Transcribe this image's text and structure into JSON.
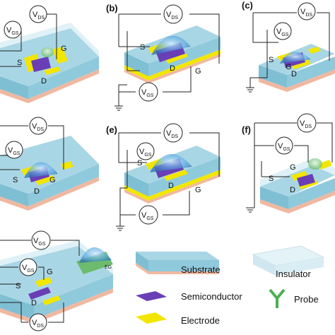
{
  "panels": [
    {
      "id": "a",
      "tag": "",
      "vds": "V",
      "vds_sub": "DS",
      "vgs": "V",
      "vgs_sub": "GS",
      "s": "S",
      "d": "D",
      "g": "G"
    },
    {
      "id": "b",
      "tag": "(b)",
      "vds": "V",
      "vds_sub": "DS",
      "vgs": "V",
      "vgs_sub": "GS",
      "s": "S",
      "d": "D",
      "g": "G"
    },
    {
      "id": "c",
      "tag": "(c)",
      "vds": "V",
      "vds_sub": "DS",
      "vgs": "V",
      "vgs_sub": "GS",
      "s": "S",
      "d": "D",
      "g": "G"
    },
    {
      "id": "d",
      "tag": "",
      "vds": "V",
      "vds_sub": "DS",
      "vgs": "V",
      "vgs_sub": "GS",
      "s": "S",
      "d": "D",
      "g": "G"
    },
    {
      "id": "e",
      "tag": "(e)",
      "vds": "V",
      "vds_sub": "DS",
      "vgs": "V",
      "vgs_sub": "GS",
      "s": "S",
      "d": "D",
      "g": "G"
    },
    {
      "id": "f",
      "tag": "(f)",
      "vds": "V",
      "vds_sub": "DS",
      "vgs": "V",
      "vgs_sub": "GS",
      "s": "S",
      "d": "D",
      "g": "G"
    },
    {
      "id": "g",
      "tag": "",
      "vds": "V",
      "vds_sub": "DS",
      "vgs": "V",
      "vgs_sub": "GS",
      "s": "S",
      "d": "D",
      "g": "G",
      "eg": "EG"
    }
  ],
  "legend": {
    "substrate": "Substrate",
    "insulator": "Insulator",
    "semiconductor": "Semiconductor",
    "probe": "Probe",
    "electrode": "Electrode"
  },
  "colors": {
    "substrate_top": "#a9d6e5",
    "substrate_side": "#7fbfd4",
    "substrate_base": "#f0b8a0",
    "insulator": "#d8eef5",
    "semiconductor": "#6a3fb5",
    "electrode": "#f2e600",
    "droplet": "#5aa8e0",
    "probe": "#4caf50"
  }
}
